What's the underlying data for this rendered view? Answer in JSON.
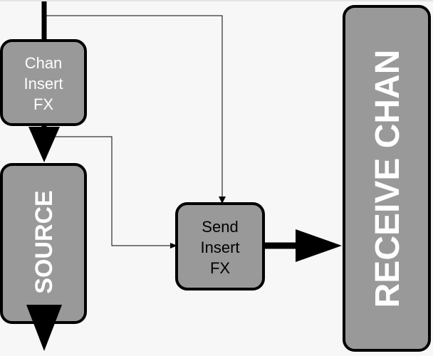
{
  "diagram": {
    "nodes": {
      "chan_insert_fx": {
        "lines": [
          "Chan",
          "Insert",
          "FX"
        ]
      },
      "source": {
        "label": "SOURCE"
      },
      "send_insert_fx": {
        "lines": [
          "Send",
          "Insert",
          "FX"
        ]
      },
      "receive_chan": {
        "label": "RECEIVE CHAN"
      }
    },
    "colors": {
      "node_fill": "#999999",
      "stroke": "#000000",
      "white_text": "#ffffff",
      "background": "#f7f7f7"
    }
  }
}
